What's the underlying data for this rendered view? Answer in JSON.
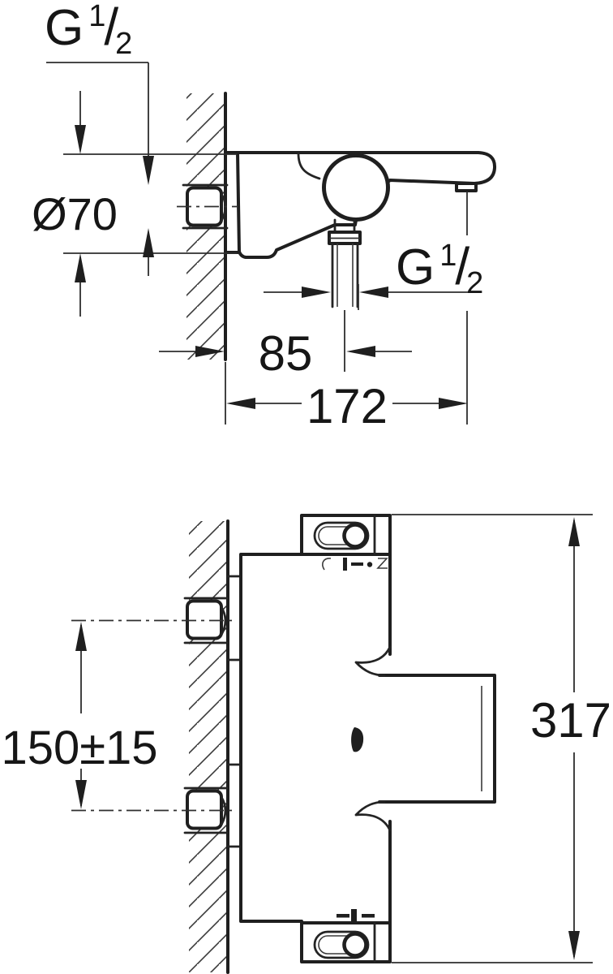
{
  "colors": {
    "line_color": "#1f1f1f",
    "background": "#ffffff"
  },
  "top_view": {
    "wall_thread_label": {
      "main": "G",
      "sup": "1",
      "slash": "/",
      "sub": "2"
    },
    "escutcheon_diameter_label": "Ø70",
    "outlet_thread_label": {
      "main": "G",
      "sup": "1",
      "slash": "/",
      "sub": "2"
    },
    "outlet_offset_label": "85",
    "spout_reach_label": "172"
  },
  "front_view": {
    "connection_spacing_label": "150±15",
    "total_height_label": "317",
    "icons": {
      "mode_left": "shower-symbol",
      "mode_right": "tub-spout-symbol",
      "temp_index": "index-mark"
    }
  }
}
